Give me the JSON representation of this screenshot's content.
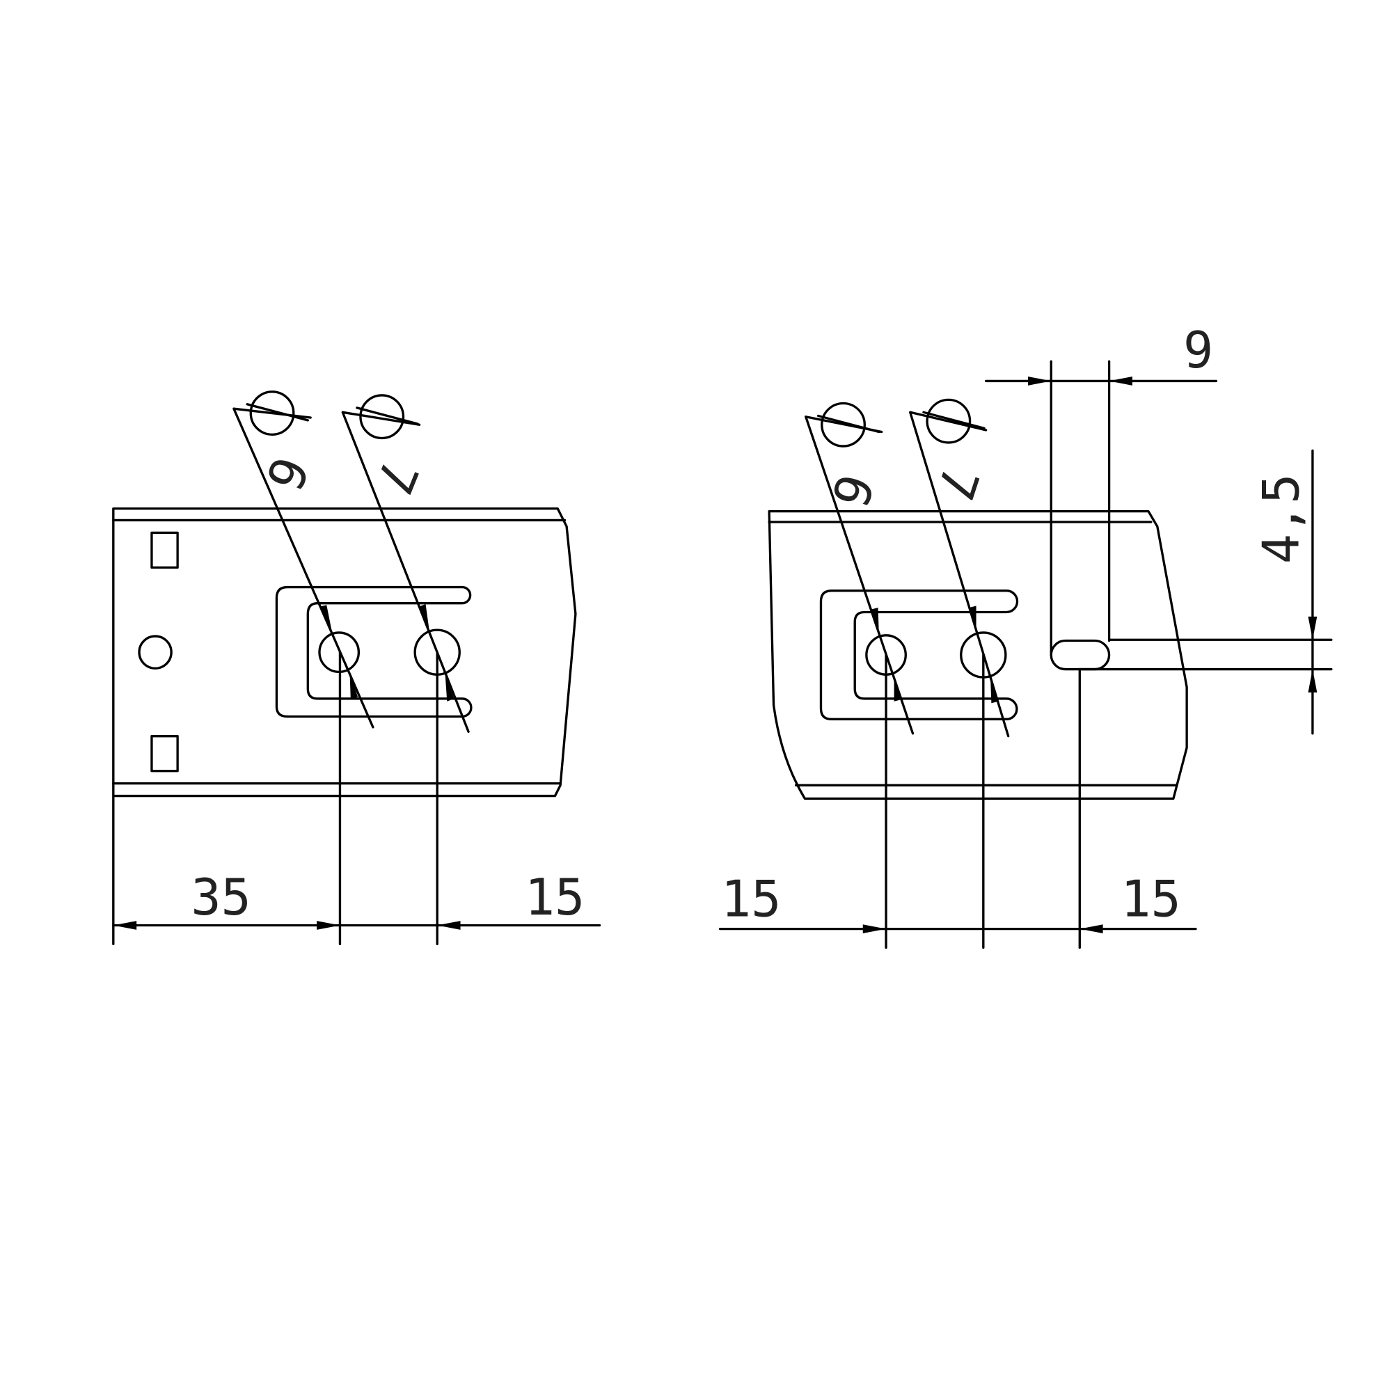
{
  "left_view": {
    "hole1_label": "6",
    "hole2_label": "7",
    "dim_left": "35",
    "dim_right": "15"
  },
  "right_view": {
    "hole1_label": "6",
    "hole2_label": "7",
    "dim_left": "15",
    "dim_right": "15",
    "dim_slot_width": "9",
    "dim_slot_height": "4,5"
  },
  "colors": {
    "line": "#000000",
    "background": "#ffffff"
  }
}
